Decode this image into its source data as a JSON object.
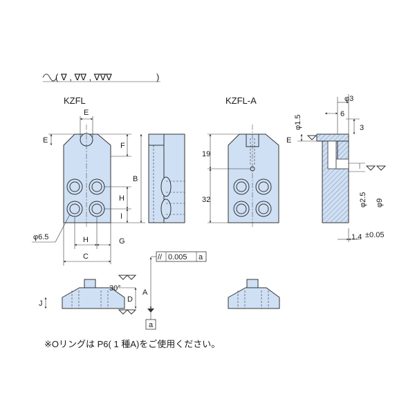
{
  "finish_symbols": "∇ , ∇∇ , ∇∇∇",
  "views": {
    "kzfl_title": "KZFL",
    "kzfl_a_title": "KZFL-A"
  },
  "dims": {
    "E": "E",
    "F": "F",
    "B": "B",
    "H": "H",
    "I": "I",
    "C": "C",
    "G": "G",
    "phi65": "φ6.5",
    "D": "D",
    "A": "A",
    "J": "J",
    "angle30": "30°",
    "v19": "19",
    "v32": "32",
    "phi3": "φ3",
    "six": "6",
    "three": "3",
    "phi15": "φ1.5",
    "phi25": "φ2.5",
    "phi9": "φ9",
    "v14": "1.4",
    "tol005": "±0.05"
  },
  "tolerance": {
    "symbol": "//",
    "value": "0.005",
    "datum": "a"
  },
  "datum_label": "a",
  "note": "※Oリングは P6( 1 種A)をご使用ください。"
}
